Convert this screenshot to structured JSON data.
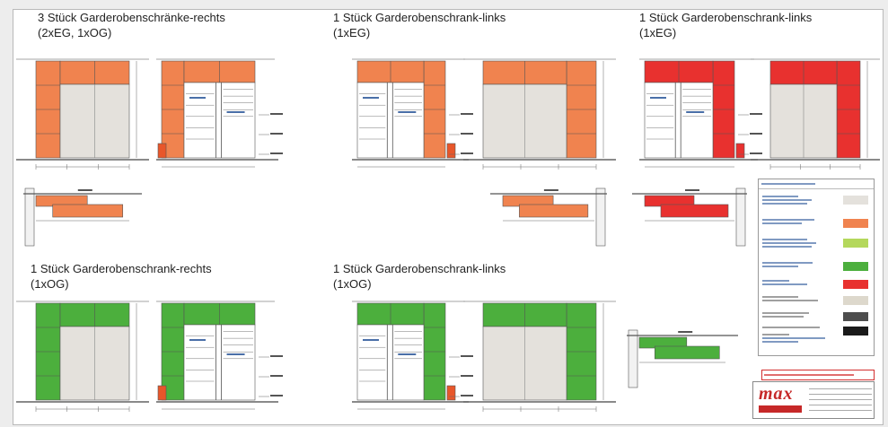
{
  "groups": [
    {
      "title_line1": "3 Stück Garderobenschränke-rechts",
      "title_line2": "(2xEG, 1xOG)"
    },
    {
      "title_line1": "1 Stück Garderobenschrank-links",
      "title_line2": "(1xEG)"
    },
    {
      "title_line1": "1 Stück Garderobenschrank-links",
      "title_line2": "(1xEG)"
    },
    {
      "title_line1": "1 Stück Garderobenschrank-rechts",
      "title_line2": "(1xOG)"
    },
    {
      "title_line1": "1 Stück Garderobenschrank-links",
      "title_line2": "(1xOG)"
    }
  ],
  "colors": {
    "orange": "#f0834f",
    "red": "#e8312f",
    "green": "#4caf3d",
    "light_grey": "#e4e1dc",
    "light_green": "#b4d85c",
    "dark_grey": "#4d4d4d",
    "black": "#1a1a1a",
    "outline": "#555555"
  },
  "logo": {
    "text": "max"
  }
}
